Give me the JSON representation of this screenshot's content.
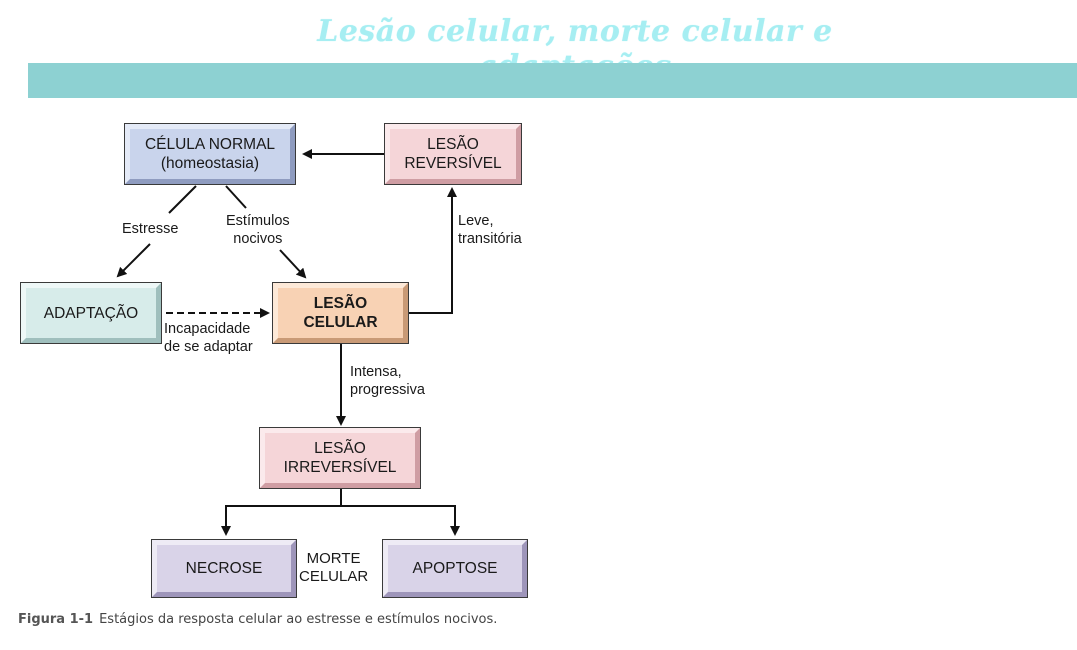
{
  "header": {
    "title": "Lesão celular, morte celular e adaptações",
    "band_color": "#8dd1d2",
    "title_color": "#a6eef2"
  },
  "diagram": {
    "nodes": {
      "normal": {
        "line1": "CÉLULA NORMAL",
        "line2": "(homeostasia)",
        "color": "#c9d4ec"
      },
      "reversible": {
        "line1": "LESÃO",
        "line2": "REVERSÍVEL",
        "color": "#f5d5d8"
      },
      "adaptation": {
        "line1": "ADAPTAÇÃO",
        "color": "#d7ecea"
      },
      "injury": {
        "line1": "LESÃO",
        "line2": "CELULAR",
        "color": "#f8d2b4"
      },
      "irreversible": {
        "line1": "LESÃO",
        "line2": "IRREVERSÍVEL",
        "color": "#f5d5d8"
      },
      "necrosis": {
        "line1": "NECROSE",
        "color": "#d9d3e8"
      },
      "apoptosis": {
        "line1": "APOPTOSE",
        "color": "#d9d3e8"
      }
    },
    "edge_labels": {
      "stress": "Estresse",
      "harmful_1": "Estímulos",
      "harmful_2": "nocivos",
      "mild_1": "Leve,",
      "mild_2": "transitória",
      "fail_1": "Incapacidade",
      "fail_2": "de se adaptar",
      "severe_1": "Intensa,",
      "severe_2": "progressiva",
      "death_1": "MORTE",
      "death_2": "CELULAR"
    }
  },
  "caption": {
    "figure": "Figura 1-1",
    "text": "Estágios da resposta celular ao estresse e estímulos nocivos."
  }
}
